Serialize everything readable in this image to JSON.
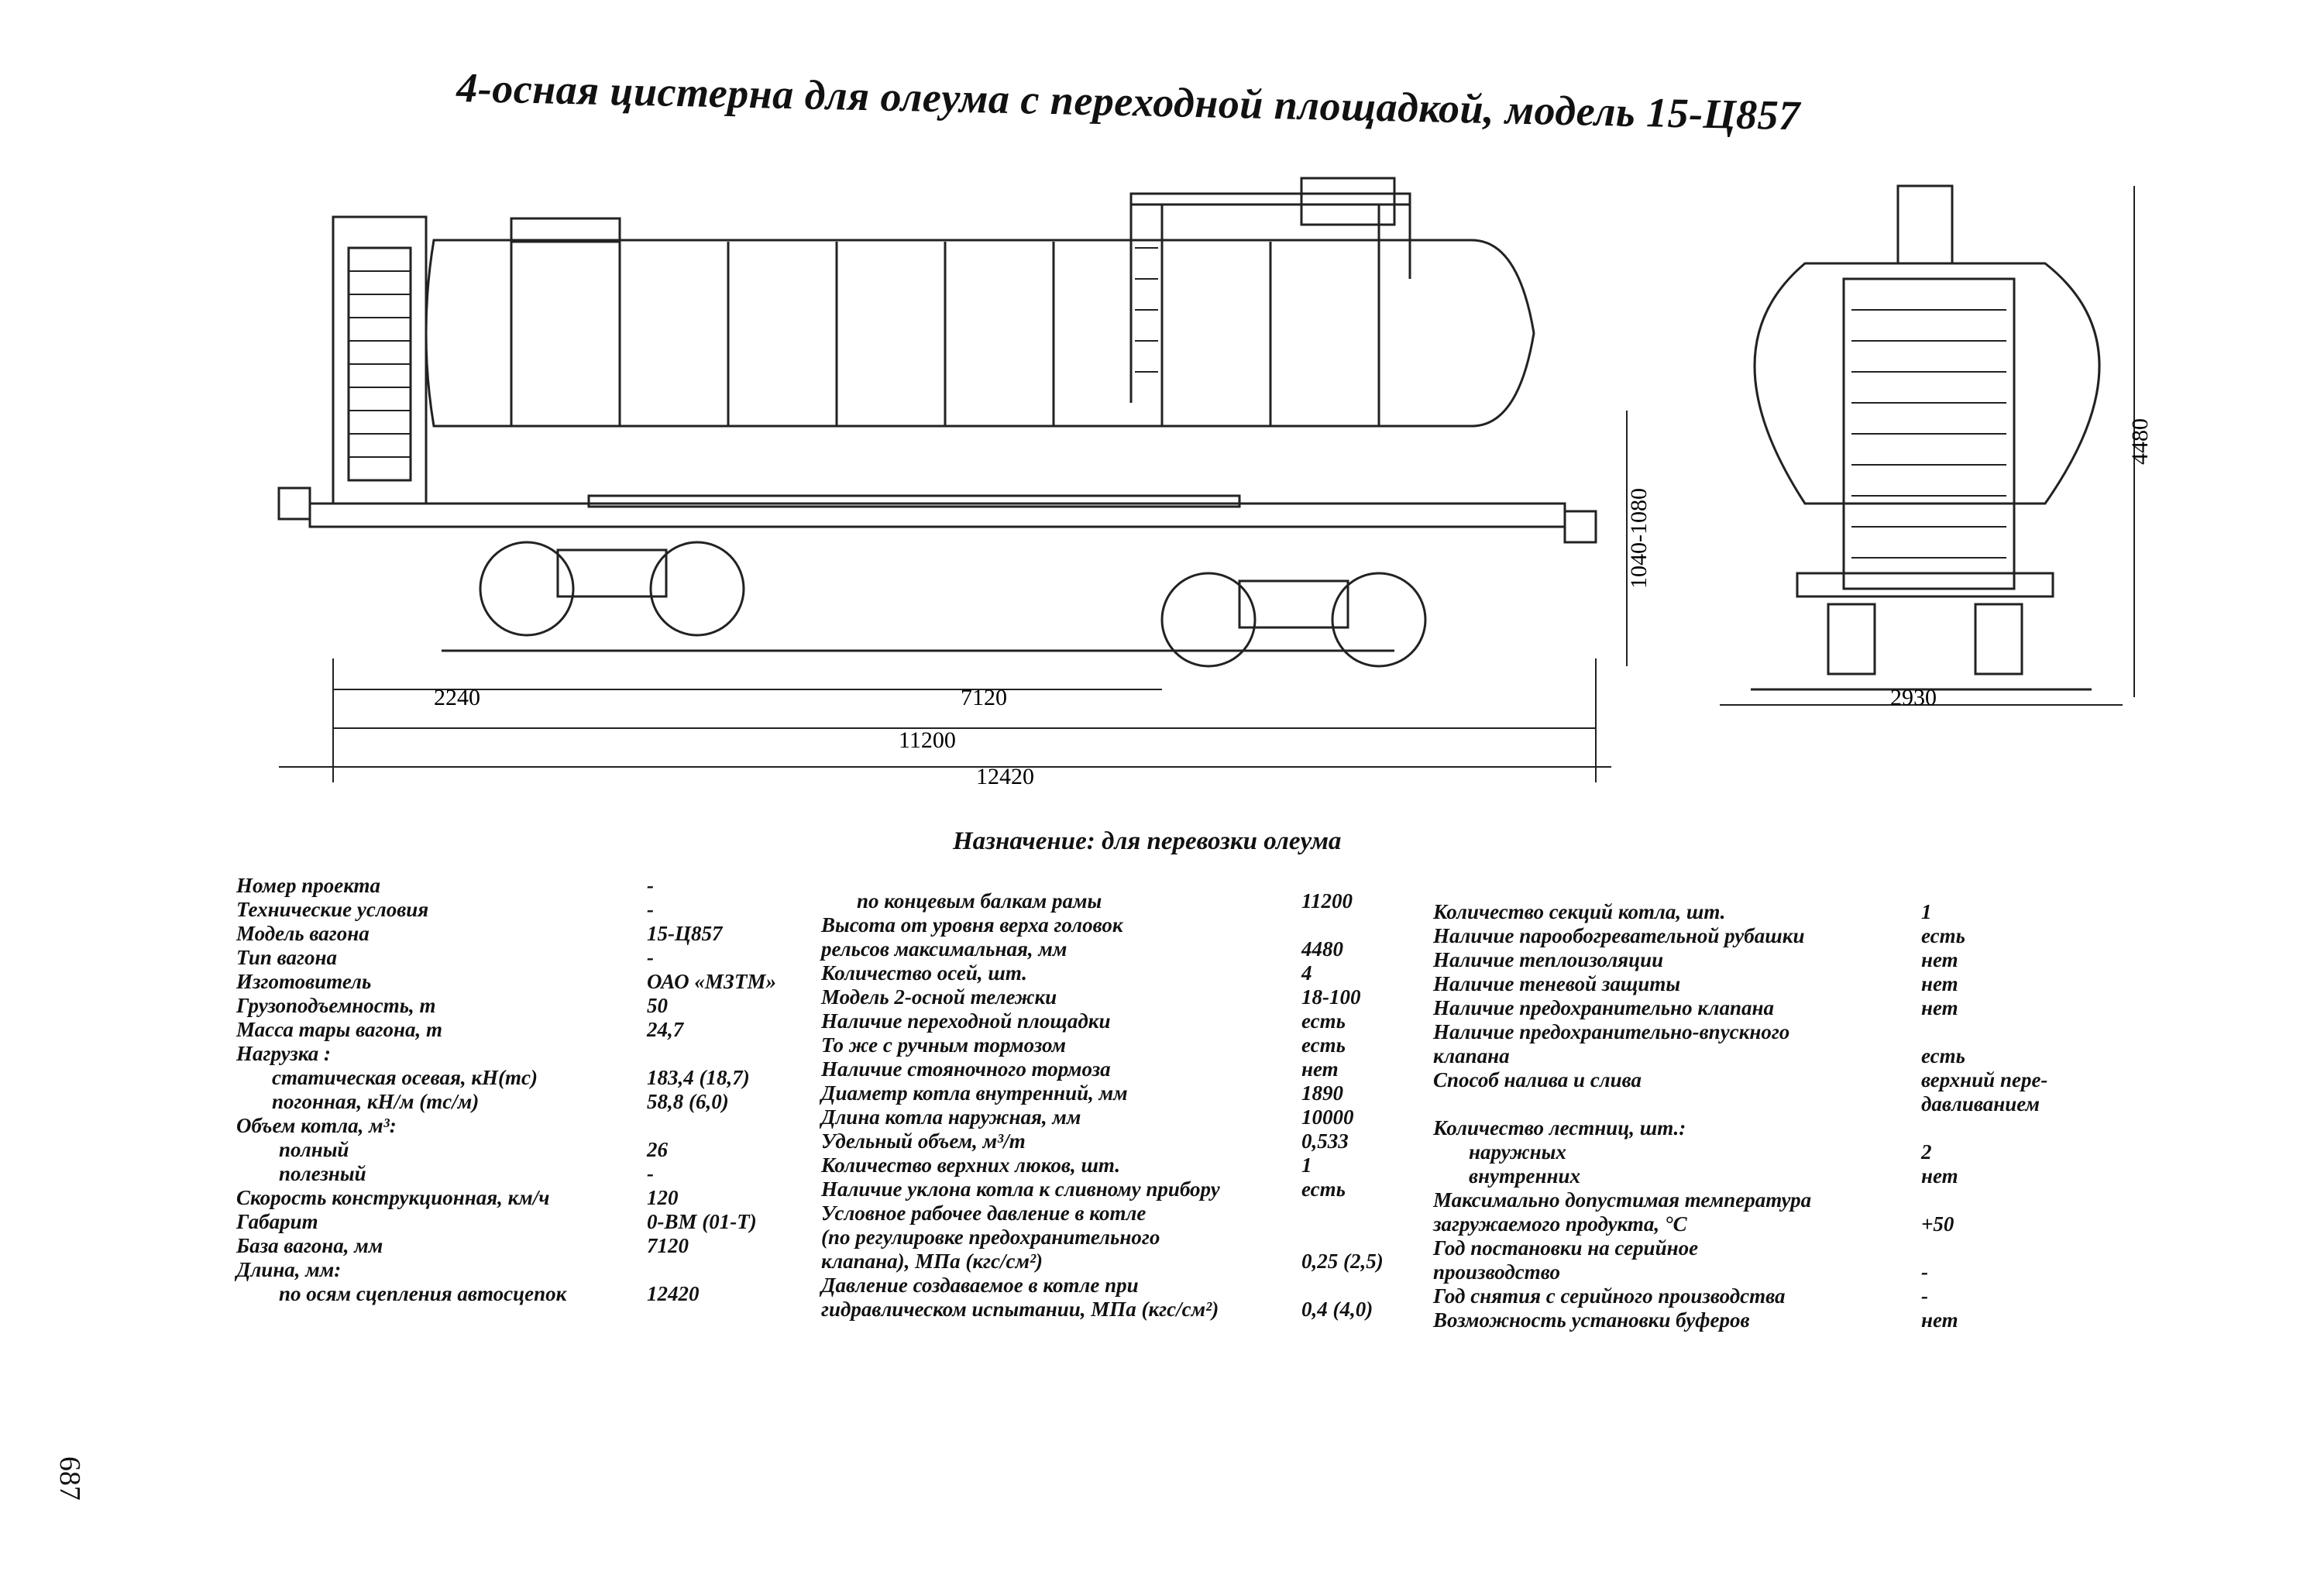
{
  "title": "4-осная цистерна для олеума с переходной площадкой, модель 15-Ц857",
  "dimensions": {
    "d2240": "2240",
    "d7120": "7120",
    "d11200": "11200",
    "d12420": "12420",
    "d1040": "1040-1080",
    "d2930": "2930",
    "d4480": "4480"
  },
  "purpose": "Назначение: для перевозки олеума",
  "col1": [
    {
      "label": "Номер проекта",
      "value": "-"
    },
    {
      "label": "Технические условия",
      "value": "-"
    },
    {
      "label": "Модель вагона",
      "value": "15-Ц857"
    },
    {
      "label": "Тип вагона",
      "value": "-"
    },
    {
      "label": "Изготовитель",
      "value": "ОАО «МЗТМ»"
    },
    {
      "label": "Грузоподъемность, т",
      "value": "50"
    },
    {
      "label": "Масса тары вагона, т",
      "value": "24,7"
    },
    {
      "label": "Нагрузка :",
      "value": ""
    },
    {
      "label": "статическая осевая, кН(тс)",
      "value": "183,4 (18,7)"
    },
    {
      "label": "погонная, кН/м (тс/м)",
      "value": "58,8 (6,0)"
    },
    {
      "label": "Объем котла, м³:",
      "value": ""
    },
    {
      "label": "полный",
      "value": "26"
    },
    {
      "label": "полезный",
      "value": "-"
    },
    {
      "label": "Скорость конструкционная, км/ч",
      "value": "120"
    },
    {
      "label": "Габарит",
      "value": "0-ВМ (01-Т)"
    },
    {
      "label": "База вагона, мм",
      "value": "7120"
    },
    {
      "label": "Длина, мм:",
      "value": ""
    },
    {
      "label": "по осям сцепления автосцепок",
      "value": "12420"
    }
  ],
  "col2": [
    {
      "label": "по концевым балкам рамы",
      "value": "11200"
    },
    {
      "label": "Высота от уровня верха головок",
      "value": ""
    },
    {
      "label": "рельсов максимальная, мм",
      "value": "4480"
    },
    {
      "label": "Количество осей, шт.",
      "value": "4"
    },
    {
      "label": "Модель 2-осной тележки",
      "value": "18-100"
    },
    {
      "label": "Наличие переходной площадки",
      "value": "есть"
    },
    {
      "label": "То же с ручным тормозом",
      "value": "есть"
    },
    {
      "label": "Наличие стояночного тормоза",
      "value": "нет"
    },
    {
      "label": "Диаметр котла внутренний, мм",
      "value": "1890"
    },
    {
      "label": "Длина котла наружная, мм",
      "value": "10000"
    },
    {
      "label": "Удельный объем, м³/т",
      "value": "0,533"
    },
    {
      "label": "Количество верхних люков, шт.",
      "value": "1"
    },
    {
      "label": "Наличие уклона котла к сливному прибору",
      "value": "есть"
    },
    {
      "label": "Условное рабочее давление в котле",
      "value": ""
    },
    {
      "label": "(по регулировке предохранительного",
      "value": ""
    },
    {
      "label": "клапана), МПа (кгс/см²)",
      "value": "0,25 (2,5)"
    },
    {
      "label": "Давление создаваемое в котле при",
      "value": ""
    },
    {
      "label": "гидравлическом испытании, МПа (кгс/см²)",
      "value": "0,4 (4,0)"
    }
  ],
  "col3": [
    {
      "label": "Количество секций котла, шт.",
      "value": "1"
    },
    {
      "label": "Наличие парообогревательной рубашки",
      "value": "есть"
    },
    {
      "label": "Наличие теплоизоляции",
      "value": "нет"
    },
    {
      "label": "Наличие теневой защиты",
      "value": "нет"
    },
    {
      "label": "Наличие предохранительно клапана",
      "value": "нет"
    },
    {
      "label": "Наличие предохранительно-впускного",
      "value": ""
    },
    {
      "label": "клапана",
      "value": "есть"
    },
    {
      "label": "Способ налива и слива",
      "value": "верхний пере-"
    },
    {
      "label": "",
      "value": "давливанием"
    },
    {
      "label": "Количество лестниц, шт.:",
      "value": ""
    },
    {
      "label": "наружных",
      "value": "2"
    },
    {
      "label": "внутренних",
      "value": "нет"
    },
    {
      "label": "Максимально допустимая температура",
      "value": ""
    },
    {
      "label": "загружаемого продукта, °С",
      "value": "+50"
    },
    {
      "label": "Год постановки на серийное",
      "value": ""
    },
    {
      "label": "производство",
      "value": "-"
    },
    {
      "label": "Год снятия с серийного производства",
      "value": "-"
    },
    {
      "label": "Возможность установки буферов",
      "value": "нет"
    }
  ],
  "page_number": "687"
}
